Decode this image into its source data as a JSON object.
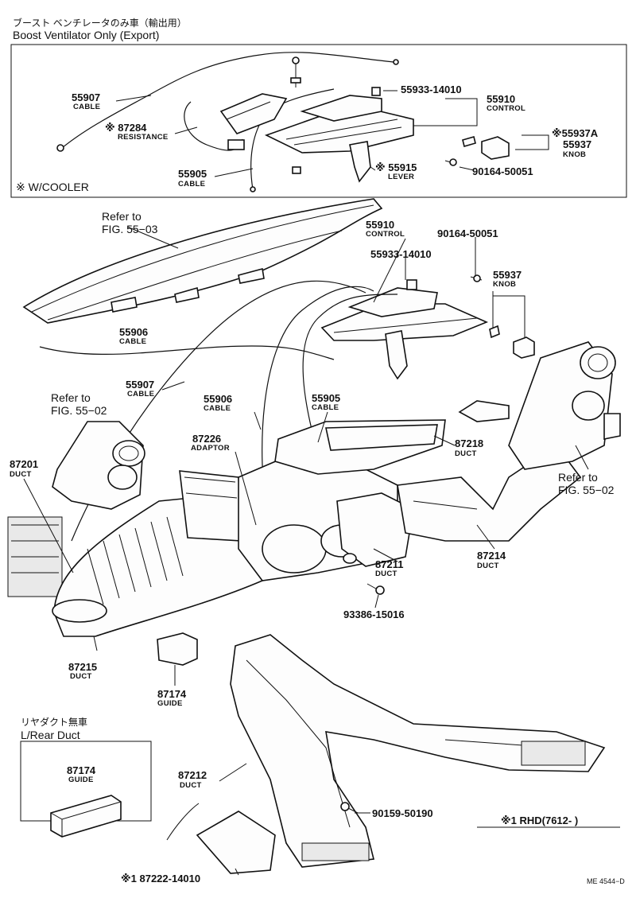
{
  "header": {
    "jp_title": "ブースト ベンチレータのみ車（輸出用）",
    "en_title": "Boost Ventilator Only (Export)"
  },
  "box_note": "※ W/COOLER",
  "refs": {
    "fig_55_03_a": "Refer to",
    "fig_55_03_b": "FIG. 55−03",
    "fig_55_02_left_a": "Refer to",
    "fig_55_02_left_b": "FIG. 55−02",
    "fig_55_02_right_a": "Refer to",
    "fig_55_02_right_b": "FIG. 55−02"
  },
  "inset": {
    "jp": "リヤダクト無車",
    "en": "L/Rear Duct",
    "part": "87174",
    "name": "GUIDE"
  },
  "footnote": "※1  RHD(7612-        )",
  "bottom_part": "※1  87222-14010",
  "code": "ME 4544−D",
  "box_parts": {
    "p55907_num": "55907",
    "p55907_name": "CABLE",
    "p87284_num": "※ 87284",
    "p87284_name": "RESISTANCE",
    "p55905_num": "55905",
    "p55905_name": "CABLE",
    "p55933": "55933-14010",
    "p55910_num": "55910",
    "p55910_name": "CONTROL",
    "p55937a": "※55937A",
    "p55937_num": "55937",
    "p55937_name": "KNOB",
    "p55915_num": "※ 55915",
    "p55915_name": "LEVER",
    "p90164": "90164-50051"
  },
  "main_parts": {
    "p55910_num": "55910",
    "p55910_name": "CONTROL",
    "p90164": "90164-50051",
    "p55933": "55933-14010",
    "p55937_num": "55937",
    "p55937_name": "KNOB",
    "p55906a_num": "55906",
    "p55906a_name": "CABLE",
    "p55907_num": "55907",
    "p55907_name": "CABLE",
    "p55906b_num": "55906",
    "p55906b_name": "CABLE",
    "p55905_num": "55905",
    "p55905_name": "CABLE",
    "p87226_num": "87226",
    "p87226_name": "ADAPTOR",
    "p87218_num": "87218",
    "p87218_name": "DUCT",
    "p87201_num": "87201",
    "p87201_name": "DUCT",
    "p87211_num": "87211",
    "p87211_name": "DUCT",
    "p87214_num": "87214",
    "p87214_name": "DUCT",
    "p93386": "93386-15016",
    "p87215_num": "87215",
    "p87215_name": "DUCT",
    "p87174_num": "87174",
    "p87174_name": "GUIDE",
    "p87212_num": "87212",
    "p87212_name": "DUCT",
    "p90159": "90159-50190"
  }
}
